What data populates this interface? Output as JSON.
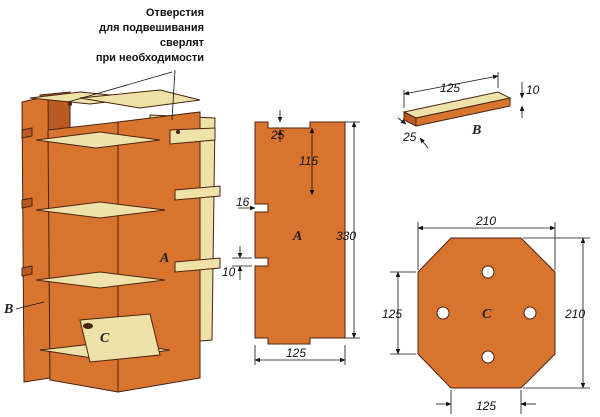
{
  "note": {
    "line1": "Отверстия",
    "line2": "для подвешивания",
    "line3": "сверлят",
    "line4": "при необходимости"
  },
  "assembly": {
    "label_a": "A",
    "label_b": "B",
    "label_c": "C"
  },
  "part_a": {
    "label": "A",
    "dim_notch_top": "25",
    "dim_notch_spacing": "115",
    "dim_notch_depth": "16",
    "dim_notch_height": "10",
    "dim_height": "330",
    "dim_width": "125"
  },
  "part_b": {
    "label": "B",
    "dim_length": "125",
    "dim_thickness": "10",
    "dim_width": "25"
  },
  "part_c": {
    "label": "C",
    "dim_top": "210",
    "dim_right": "210",
    "dim_left": "125",
    "dim_bottom": "125"
  }
}
